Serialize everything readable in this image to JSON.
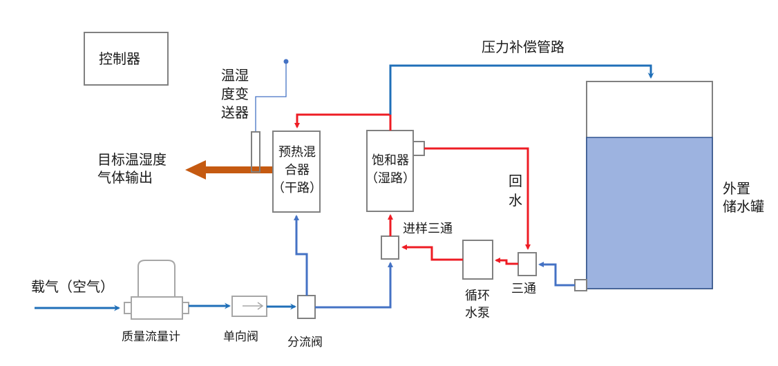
{
  "title": "Humidity generator flow diagram",
  "colors": {
    "water_loop": "#ee1c24",
    "air_line": "#1f6fb8",
    "air_line_alt": "#4472c4",
    "output": "#c55a11",
    "box_stroke": "#808080",
    "tank_fill": "#9db3e0",
    "tank_stroke": "#2f528f"
  },
  "labels": {
    "controller": "控制器",
    "th_transmitter": "温湿\n度变\n送器",
    "output": "目标温湿度\n气体输出",
    "preheat_mixer": "预热混\n合器\n（干路）",
    "saturator": "饱和器\n（湿路）",
    "pressure_comp": "压力补偿管路",
    "return_water": "回\n水",
    "tank": "外置\n储水罐",
    "sample_tee": "进样三通",
    "pump": "循环\n水泵",
    "tee": "三通",
    "carrier_gas": "载气（空气）",
    "mfc": "质量流量计",
    "check_valve": "单向阀",
    "splitter": "分流阀"
  },
  "tank_water_level": 0.73
}
